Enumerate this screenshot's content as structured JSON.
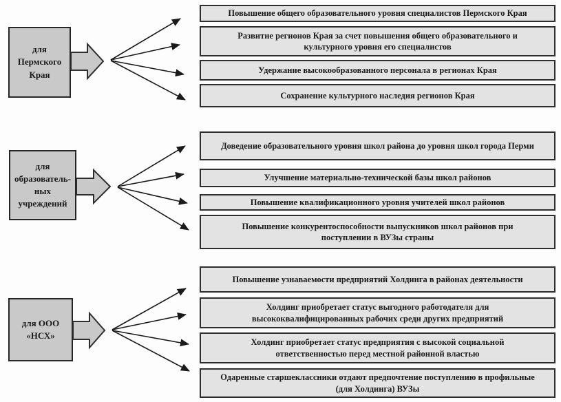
{
  "diagram": {
    "title": "goals-by-stakeholder-diagram",
    "colors": {
      "source_box_fill": "#c9c9c9",
      "target_box_fill": "#e3e3e3",
      "border": "#2e2e2e",
      "arrow": "#1a1a1a",
      "text": "#1a1a1a",
      "background": "#fdfdfd"
    },
    "groups": [
      {
        "source_label": "для\nПермского\nКрая",
        "targets": [
          "Повышение общего образовательного уровня специалистов Пермского Края",
          "Развитие регионов Края за счет повышения общего образовательного и культурного уровня его специалистов",
          "Удержание высокообразованного персонала в регионах Края",
          "Сохранение культурного наследия регионов Края"
        ]
      },
      {
        "source_label": "для\nобразователь-\nных\nучреждений",
        "targets": [
          "Доведение образовательного уровня школ района до уровня школ города Перми",
          "Улучшение материально-технической базы школ районов",
          "Повышение квалификационного уровня учителей школ районов",
          "Повышение конкурентоспособности выпускников школ районов при поступлении в ВУЗы страны"
        ]
      },
      {
        "source_label": "для ООО\n«НСХ»",
        "targets": [
          "Повышение узнаваемости предприятий Холдинга в районах деятельности",
          "Холдинг приобретает статус выгодного работодателя для высококвалифицированных рабочих среди других предприятий",
          "Холдинг приобретает статус предприятия с высокой социальной ответственностью перед местной районной властью",
          "Одаренные старшеклассники отдают предпочтение поступлению в профильные (для Холдинга) ВУЗы"
        ]
      }
    ]
  }
}
